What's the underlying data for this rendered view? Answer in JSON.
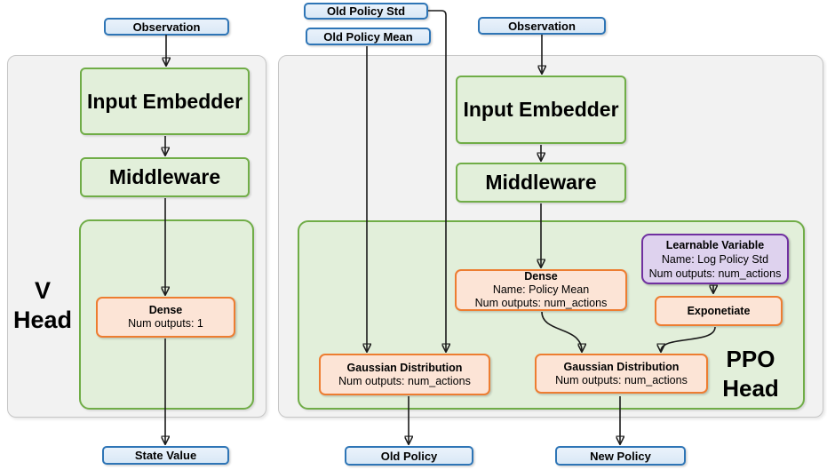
{
  "colors": {
    "blue_fill": "#DEEBF7",
    "blue_border": "#2E75B6",
    "green_fill": "#E2EFDA",
    "green_border": "#70AD47",
    "orange_fill": "#FCE4D6",
    "orange_border": "#ED7D31",
    "purple_fill": "#DED2EE",
    "purple_border": "#7030A0",
    "panel_fill": "#F2F2F2",
    "panel_border": "#C6C6C6",
    "arrow": "#1A1A1A"
  },
  "v_head": {
    "label_line1": "V",
    "label_line2": "Head",
    "observation": "Observation",
    "input_embedder": "Input Embedder",
    "middleware": "Middleware",
    "dense_title": "Dense",
    "dense_line1": "Num outputs: 1",
    "state_value": "State Value"
  },
  "ppo_head": {
    "label_line1": "PPO",
    "label_line2": "Head",
    "old_policy_std": "Old Policy Std",
    "old_policy_mean": "Old Policy Mean",
    "observation": "Observation",
    "input_embedder": "Input Embedder",
    "middleware": "Middleware",
    "dense_title": "Dense",
    "dense_line1": "Name: Policy Mean",
    "dense_line2": "Num outputs: num_actions",
    "learnable_title": "Learnable Variable",
    "learnable_line1": "Name: Log Policy Std",
    "learnable_line2": "Num outputs: num_actions",
    "exponetiate": "Exponetiate",
    "gaussian_old_title": "Gaussian Distribution",
    "gaussian_old_line1": "Num outputs: num_actions",
    "gaussian_new_title": "Gaussian Distribution",
    "gaussian_new_line1": "Num outputs: num_actions",
    "old_policy": "Old Policy",
    "new_policy": "New Policy"
  }
}
